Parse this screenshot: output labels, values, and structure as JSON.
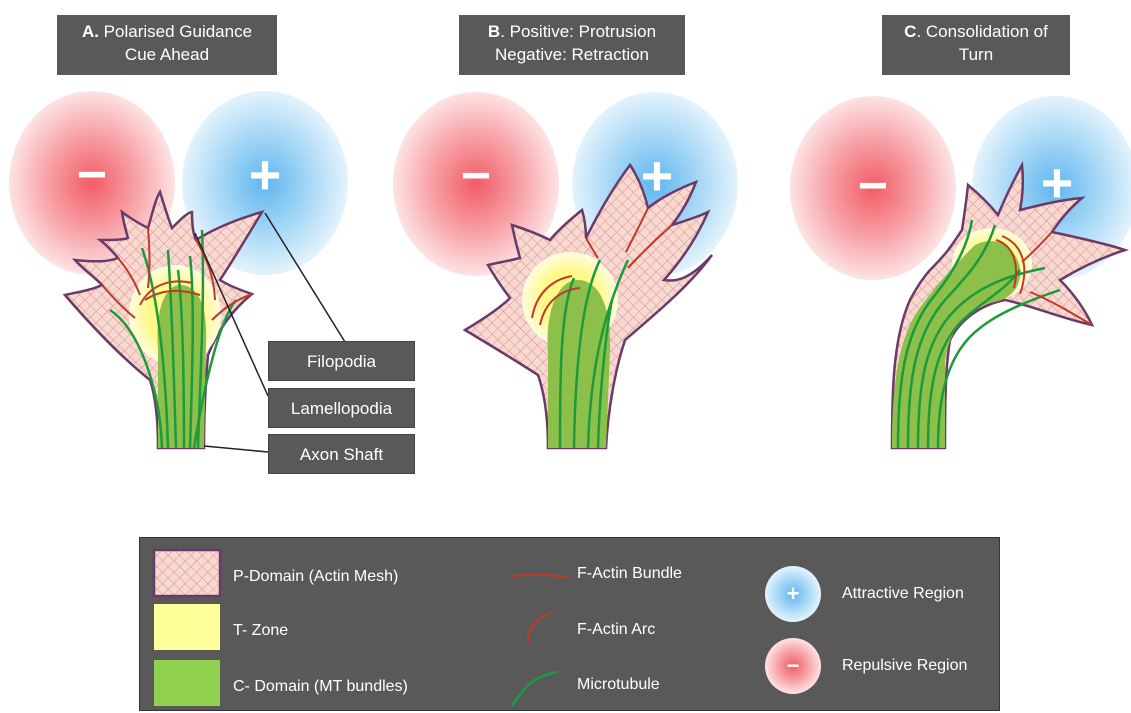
{
  "panels": [
    {
      "letter": "A.",
      "line1": " Polarised Guidance",
      "line2": "Cue Ahead"
    },
    {
      "letter": "B",
      "line1": ". Positive: Protrusion",
      "line2": "Negative: Retraction"
    },
    {
      "letter": "C",
      "line1": ". Consolidation of",
      "line2": "Turn"
    }
  ],
  "signs": {
    "negative": "−",
    "positive": "+"
  },
  "callouts": {
    "filopodia": "Filopodia",
    "lamellopodia": "Lamellopodia",
    "axon_shaft": "Axon Shaft"
  },
  "legend": {
    "p_domain": "P-Domain (Actin Mesh)",
    "t_zone": "T- Zone",
    "c_domain": "C- Domain (MT bundles)",
    "f_actin_bundle": "F-Actin Bundle",
    "f_actin_arc": "F-Actin Arc",
    "microtubule": "Microtubule",
    "attractive": "Attractive Region",
    "repulsive": "Repulsive Region"
  },
  "colors": {
    "p_domain_fill": "#f7d9d2",
    "p_domain_mesh": "#d98f86",
    "outline": "#6a3a6a",
    "t_zone": "#ffff99",
    "c_domain": "#8dc04a",
    "microtubule": "#1c9a3c",
    "f_actin": "#c0392b",
    "attractive": "#9fd3f3",
    "repulsive": "#f6a4a8",
    "box": "#595959"
  }
}
